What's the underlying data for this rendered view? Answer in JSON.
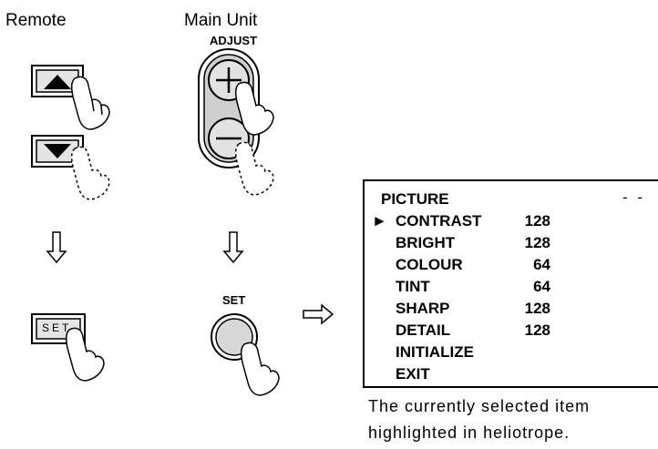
{
  "labels": {
    "remote": "Remote",
    "main_unit": "Main Unit",
    "adjust": "ADJUST",
    "set_knob": "SET",
    "set_key": "SET"
  },
  "menu": {
    "title": "PICTURE",
    "corner": "- -",
    "selected_marker": "►",
    "items": [
      {
        "label": "CONTRAST",
        "value": "128"
      },
      {
        "label": "BRIGHT",
        "value": "128"
      },
      {
        "label": "COLOUR",
        "value": "64"
      },
      {
        "label": "TINT",
        "value": "64"
      },
      {
        "label": "SHARP",
        "value": "128"
      },
      {
        "label": "DETAIL",
        "value": "128"
      },
      {
        "label": "INITIALIZE",
        "value": ""
      },
      {
        "label": "EXIT",
        "value": ""
      }
    ]
  },
  "caption": {
    "line1": "The currently selected item",
    "line2": "highlighted in heliotrope."
  }
}
